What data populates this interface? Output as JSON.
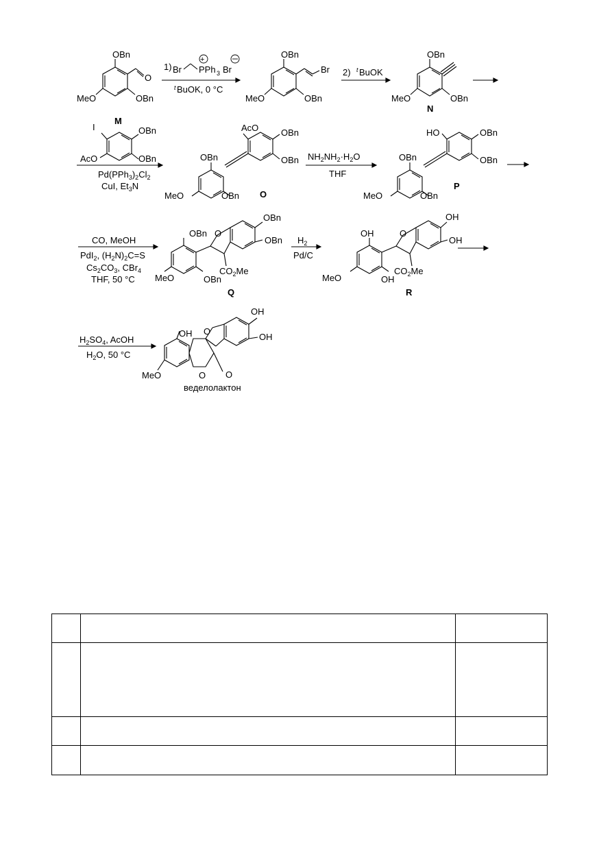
{
  "scheme": {
    "sm_M": {
      "substituents": [
        "OBn",
        "MeO",
        "OBn",
        "O"
      ],
      "label": "M"
    },
    "step1": {
      "reagent_a": "1)",
      "reagent_b": "Br",
      "reagent_c": "PPh",
      "reagent_d": "3",
      "reagent_e": "Br",
      "base_t": "t",
      "base": "BuOK, 0 °C"
    },
    "vinyl_bromide": {
      "substituents": [
        "OBn",
        "MeO",
        "OBn",
        "Br"
      ]
    },
    "step2": {
      "num": "2)",
      "t": "t",
      "base": "BuOK"
    },
    "alkyne_N": {
      "substituents": [
        "OBn",
        "MeO",
        "OBn"
      ],
      "label": "N"
    },
    "iodide": {
      "substituents": [
        "I",
        "OBn",
        "AcO",
        "OBn"
      ]
    },
    "step3": {
      "cat": "Pd(PPh",
      "cat_sub1": "3",
      "cat_mid": ")",
      "cat_sub2": "2",
      "cat_end": "Cl",
      "cat_sub3": "2",
      "cocat": "CuI, Et",
      "cocat_sub": "3",
      "cocat_end": "N"
    },
    "compound_O": {
      "substituents": [
        "AcO",
        "OBn",
        "OBn",
        "OBn",
        "MeO",
        "OBn"
      ],
      "label": "O"
    },
    "step4": {
      "r1": "NH",
      "r1s": "2",
      "r2": "NH",
      "r2s": "2",
      "r3": "·H",
      "r3s": "2",
      "r4": "O",
      "solvent": "THF"
    },
    "compound_P": {
      "substituents": [
        "HO",
        "OBn",
        "OBn",
        "OBn",
        "MeO",
        "OBn"
      ],
      "label": "P"
    },
    "step5": {
      "l1": "CO, MeOH",
      "l2a": "PdI",
      "l2s": "2",
      "l2b": ", (H",
      "l2s2": "2",
      "l2c": "N)",
      "l2s3": "2",
      "l2d": "C=S",
      "l3a": "Cs",
      "l3s": "2",
      "l3b": "CO",
      "l3s2": "3",
      "l3c": ", CBr",
      "l3s3": "4",
      "l4": "THF, 50 °C"
    },
    "compound_Q": {
      "substituents": [
        "OBn",
        "O",
        "OBn",
        "OBn",
        "MeO",
        "OBn",
        "CO",
        "2",
        "Me"
      ],
      "label": "Q"
    },
    "step6": {
      "r1": "H",
      "r1s": "2",
      "r2": "Pd/C"
    },
    "compound_R": {
      "substituents": [
        "OH",
        "O",
        "OH",
        "OH",
        "MeO",
        "OH",
        "CO",
        "2",
        "Me"
      ],
      "label": "R"
    },
    "step7": {
      "a": "H",
      "as": "2",
      "b": "SO",
      "bs": "4",
      "c": ", AcOH",
      "d": "H",
      "ds": "2",
      "e": "O, 50 °C"
    },
    "product": {
      "substituents": [
        "OH",
        "OH",
        "OH",
        "O",
        "MeO",
        "O",
        "O"
      ],
      "name": "веделолактон"
    }
  },
  "table": {
    "rows": 4,
    "columns": 3
  }
}
